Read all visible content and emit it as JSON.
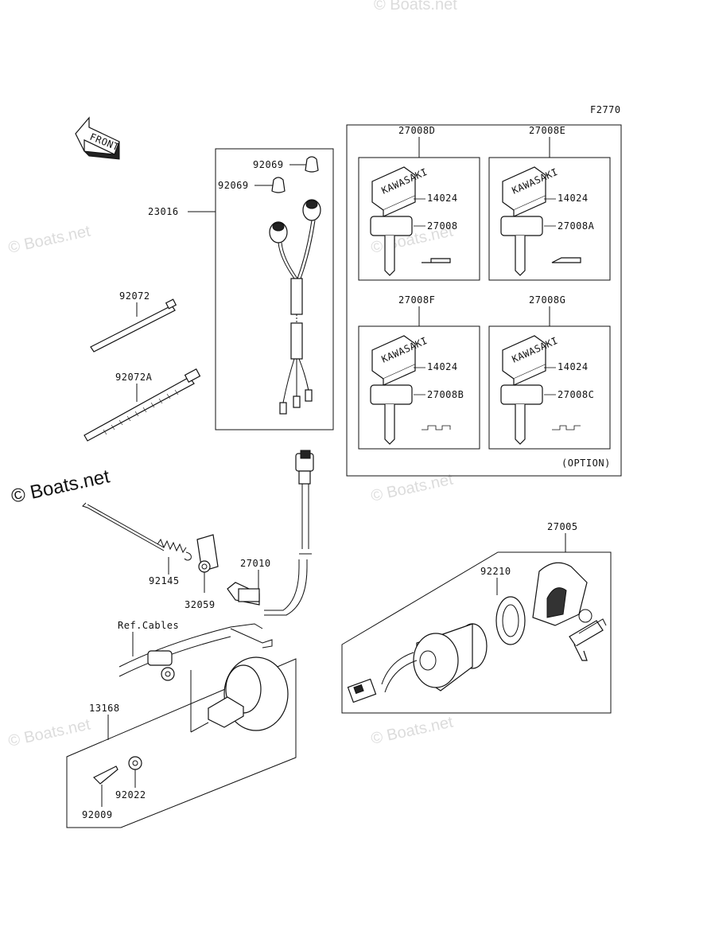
{
  "diagram_code": "F2770",
  "front_label": "FRONT",
  "option_label": "(OPTION)",
  "ref_cables_label": "Ref.Cables",
  "watermark": "© Boats.net",
  "parts": {
    "p23016": "23016",
    "p92069a": "92069",
    "p92069b": "92069",
    "p92072": "92072",
    "p92072A": "92072A",
    "p27008D": "27008D",
    "p27008E": "27008E",
    "p27008F": "27008F",
    "p27008G": "27008G",
    "p14024_1": "14024",
    "p14024_2": "14024",
    "p14024_3": "14024",
    "p14024_4": "14024",
    "p27008": "27008",
    "p27008A": "27008A",
    "p27008B": "27008B",
    "p27008C": "27008C",
    "p92145": "92145",
    "p32059": "32059",
    "p27010": "27010",
    "p27005": "27005",
    "p92210": "92210",
    "p13168": "13168",
    "p92022": "92022",
    "p92009": "92009"
  },
  "key_brand": "KAWASAKI"
}
